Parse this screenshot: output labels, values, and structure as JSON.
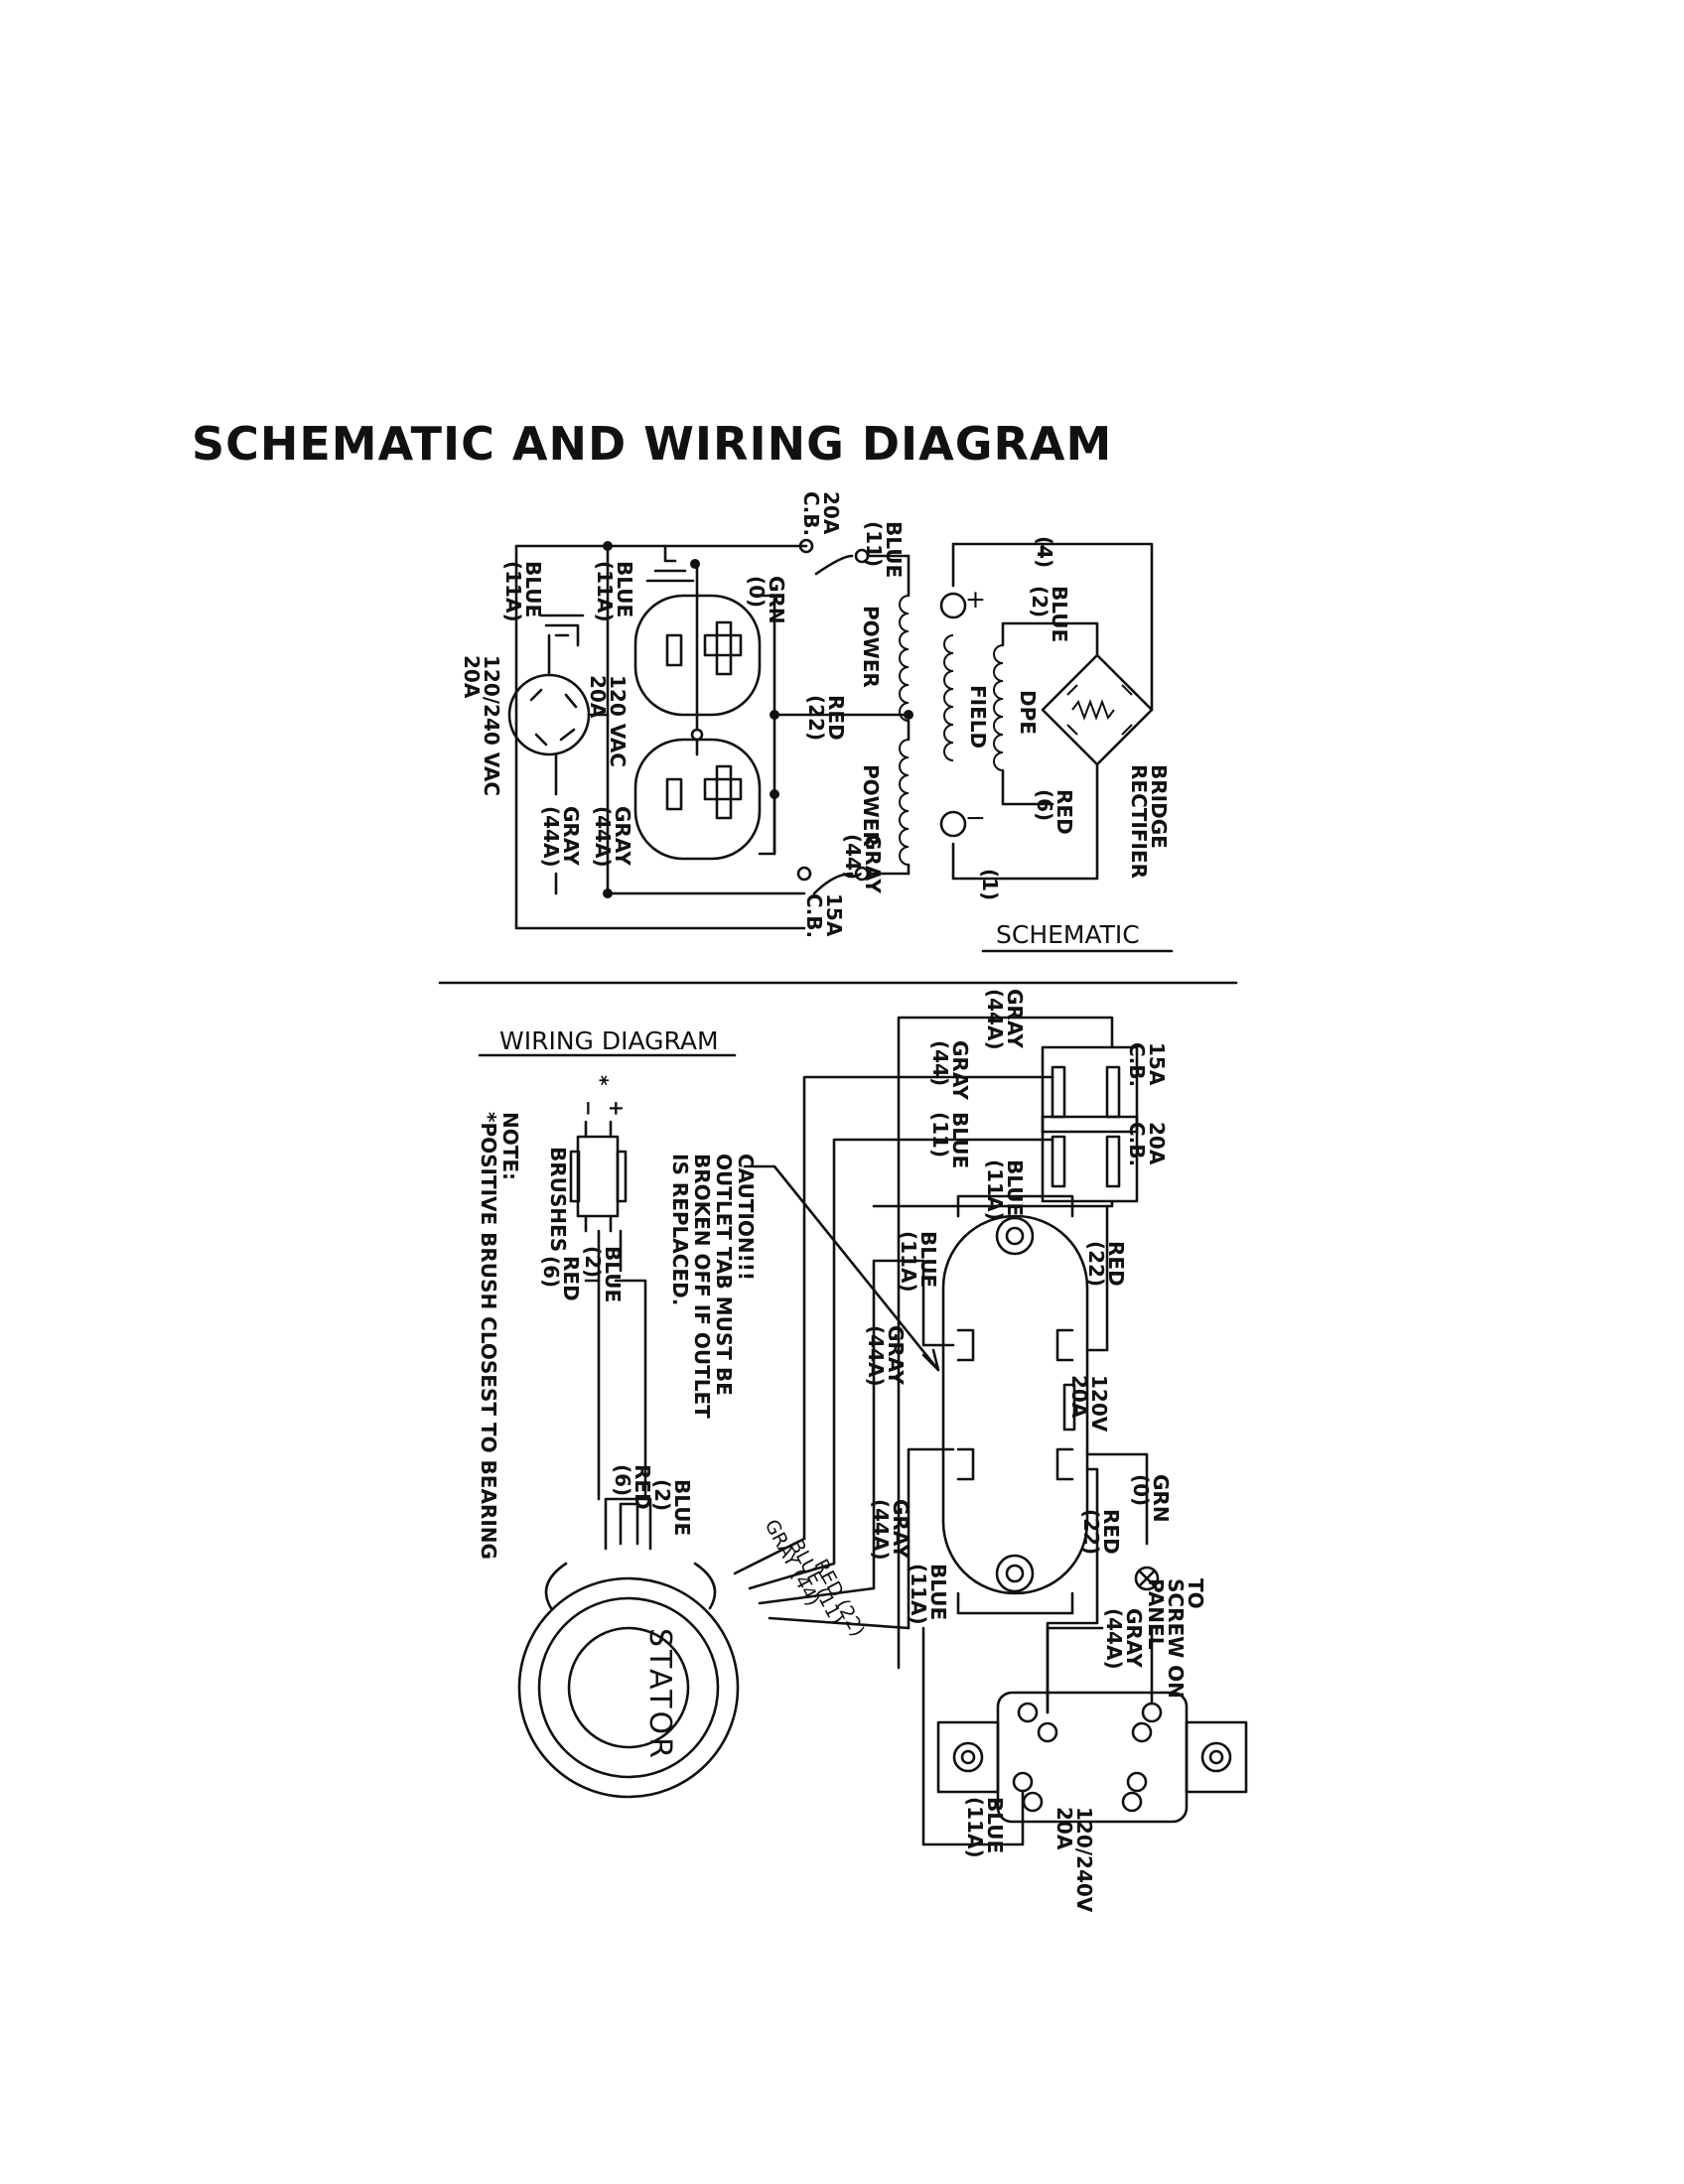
{
  "title": "SCHEMATIC AND WIRING DIAGRAM",
  "schematic": {
    "section_label": "SCHEMATIC",
    "wires": {
      "blue_11": [
        "BLUE",
        "(11)"
      ],
      "blue_11a_outer": [
        "BLUE",
        "(11A)"
      ],
      "blue_11a_inner": [
        "BLUE",
        "(11A)"
      ],
      "grn_0": [
        "GRN",
        "(0)"
      ],
      "red_22": [
        "RED",
        "(22)"
      ],
      "gray_44": [
        "GRAY",
        "(44)"
      ],
      "gray_44a_outer": [
        "GRAY",
        "(44A)"
      ],
      "gray_44a_inner": [
        "GRAY",
        "(44A)"
      ],
      "blue_2": [
        "BLUE",
        "(2)"
      ],
      "red_6": [
        "RED",
        "(6)"
      ],
      "w4": "(4)",
      "w1": "(1)"
    },
    "breakers": {
      "cb20": [
        "20A",
        "C.B."
      ],
      "cb15": [
        "15A",
        "C.B."
      ]
    },
    "windings": {
      "power_top": "POWER",
      "power_bottom": "POWER",
      "field": "FIELD",
      "dpe": "DPE",
      "plus": "+",
      "minus": "−"
    },
    "rectifier": [
      "BRIDGE",
      "RECTIFIER"
    ],
    "receptacles": {
      "duplex": [
        "120 VAC",
        "20A"
      ],
      "twistlock": [
        "120/240 VAC",
        "20A"
      ]
    }
  },
  "wiring": {
    "section_label": "WIRING DIAGRAM",
    "caution": [
      "CAUTION!!!",
      "OUTLET TAB MUST BE",
      "BROKEN OFF IF OUTLET",
      "IS REPLACED."
    ],
    "note": [
      "NOTE:",
      "*POSITIVE BRUSH CLOSEST TO BEARING"
    ],
    "brushes": {
      "label": "BRUSHES",
      "star": "*",
      "plus": "+",
      "minus": "−"
    },
    "brush_wires": {
      "blue_2": [
        "BLUE",
        "(2)"
      ],
      "red_6": [
        "RED",
        "(6)"
      ],
      "blue_2_b": [
        "BLUE",
        "(2)"
      ],
      "red_6_b": [
        "RED",
        "(6)"
      ]
    },
    "breakers": {
      "cb15": [
        "15A",
        "C.B."
      ],
      "cb20": [
        "20A",
        "C.B."
      ]
    },
    "wires": {
      "gray_44a_top": [
        "GRAY",
        "(44A)"
      ],
      "gray_44": [
        "GRAY",
        "(44)"
      ],
      "blue_11": [
        "BLUE",
        "(11)"
      ],
      "blue_11a_top": [
        "BLUE",
        "(11A)"
      ],
      "blue_11a_left": [
        "BLUE",
        "(11A)"
      ],
      "red_22_top": [
        "RED",
        "(22)"
      ],
      "gray_44a_mid": [
        "GRAY",
        "(44A)"
      ],
      "gray_44a_low": [
        "GRAY",
        "(44A)"
      ],
      "blue_11a_low": [
        "BLUE",
        "(11A)"
      ],
      "red_22_low": [
        "RED",
        "(22)"
      ],
      "grn_0": [
        "GRN",
        "(0)"
      ],
      "gray_44a_right": [
        "GRAY",
        "(44A)"
      ],
      "blue_11a_bottom": [
        "BLUE",
        "(11A)"
      ]
    },
    "stator": "STATOR",
    "stator_leads": [
      "GRAY (44)",
      "BLUE (11)",
      "RED (22)"
    ],
    "outlet": [
      "120V",
      "20A"
    ],
    "screw": [
      "TO",
      "SCREW ON",
      "PANEL"
    ],
    "twistlock": [
      "120/240V",
      "20A"
    ]
  }
}
